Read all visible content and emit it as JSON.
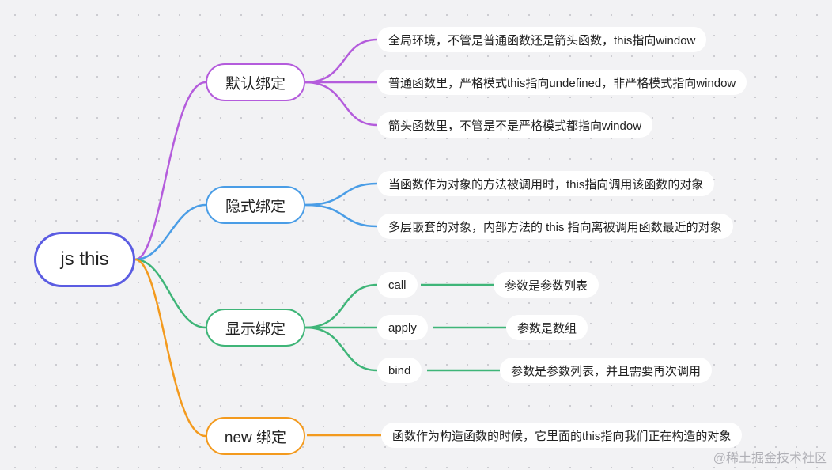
{
  "root": {
    "label": "js this"
  },
  "colors": {
    "root": "#5b5ce2",
    "default": "#b45cdc",
    "implicit": "#4a9de6",
    "explicit": "#3fb578",
    "new": "#f39a1e"
  },
  "branches": {
    "default": {
      "label": "默认绑定",
      "items": [
        "全局环境，不管是普通函数还是箭头函数，this指向window",
        "普通函数里，严格模式this指向undefined，非严格模式指向window",
        "箭头函数里，不管是不是严格模式都指向window"
      ]
    },
    "implicit": {
      "label": "隐式绑定",
      "items": [
        "当函数作为对象的方法被调用时，this指向调用该函数的对象",
        "多层嵌套的对象，内部方法的 this 指向离被调用函数最近的对象"
      ]
    },
    "explicit": {
      "label": "显示绑定",
      "items": [
        {
          "name": "call",
          "desc": "参数是参数列表"
        },
        {
          "name": "apply",
          "desc": "参数是数组"
        },
        {
          "name": "bind",
          "desc": "参数是参数列表，并且需要再次调用"
        }
      ]
    },
    "new": {
      "label": "new 绑定",
      "items": [
        "函数作为构造函数的时候，它里面的this指向我们正在构造的对象"
      ]
    }
  },
  "watermark": "@稀土掘金技术社区"
}
